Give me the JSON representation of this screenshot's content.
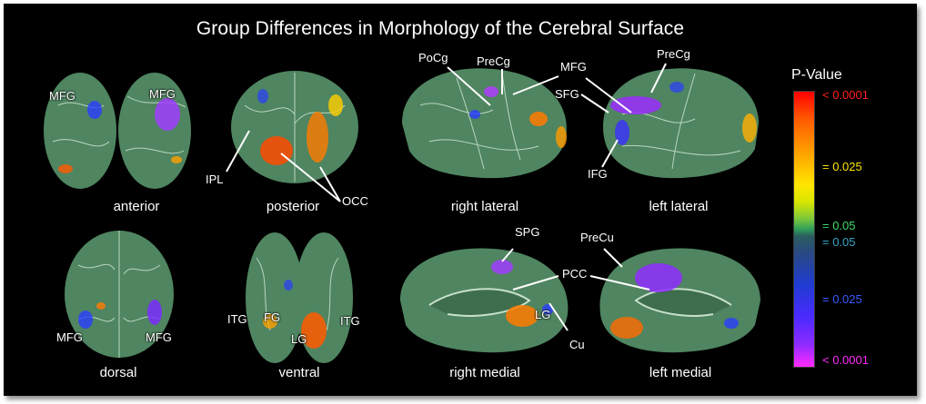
{
  "title": "Group Differences in Morphology of the Cerebral Surface",
  "views": {
    "anterior": "anterior",
    "posterior": "posterior",
    "right_lateral": "right lateral",
    "left_lateral": "left lateral",
    "dorsal": "dorsal",
    "ventral": "ventral",
    "right_medial": "right medial",
    "left_medial": "left medial"
  },
  "regions": {
    "anterior_left": "MFG",
    "anterior_right": "MFG",
    "posterior_ipl": "IPL",
    "posterior_occ": "OCC",
    "rl_pocg": "PoCg",
    "rl_precg": "PreCg",
    "ll_mfg": "MFG",
    "ll_precg": "PreCg",
    "ll_sfg": "SFG",
    "ll_ifg": "IFG",
    "dorsal_left": "MFG",
    "dorsal_right": "MFG",
    "ventral_itg_left": "ITG",
    "ventral_fg": "FG",
    "ventral_lg": "LG",
    "ventral_itg_right": "ITG",
    "rm_spg": "SPG",
    "rm_lg": "LG",
    "rm_cu": "Cu",
    "m_pcc": "PCC",
    "lm_precu": "PreCu"
  },
  "legend": {
    "title": "P-Value",
    "ticks": [
      {
        "label": "< 0.0001",
        "color": "#ff2020"
      },
      {
        "label": "= 0.025",
        "color": "#ffe600"
      },
      {
        "label": "= 0.05",
        "color": "#3ddc6a"
      },
      {
        "label": "= 0.05",
        "color": "#3aa6c8"
      },
      {
        "label": "= 0.025",
        "color": "#3b5bff"
      },
      {
        "label": "< 0.0001",
        "color": "#ff2bff"
      }
    ]
  },
  "colors": {
    "background": "#000000",
    "cortex": "#4f8560",
    "text": "#ffffff"
  }
}
